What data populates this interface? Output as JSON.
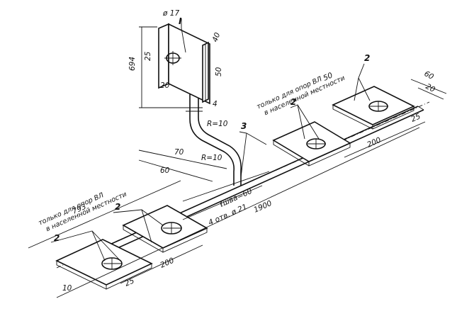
{
  "dimensions": {
    "total_length": "1900",
    "left_segment": "793",
    "height_total": "694",
    "rod_diameter": "ø 17",
    "holes": "4 отв. ø 21",
    "weld_length": "ℓшва=60",
    "bend_radius_top": "R=10",
    "bend_radius_bottom": "R=10",
    "offset_70": "70",
    "offset_60_low": "60",
    "plate_hole_25": "25",
    "plate_hole_20": "20",
    "strip_50": "50",
    "strip_4": "4",
    "strip_40": "40",
    "right_plate_60": "60",
    "right_plate_20": "20",
    "right_plate_50": "50",
    "right_plate_25": "25",
    "right_plate_200": "200",
    "left_plate_200": "200",
    "left_plate_25": "25",
    "left_plate_10": "10"
  },
  "callouts": {
    "detail_I": "I",
    "part_2": "2",
    "part_3": "3"
  },
  "notes": {
    "populated_line1": "только для опор ВЛ",
    "populated_line2": "в населенной местности"
  }
}
